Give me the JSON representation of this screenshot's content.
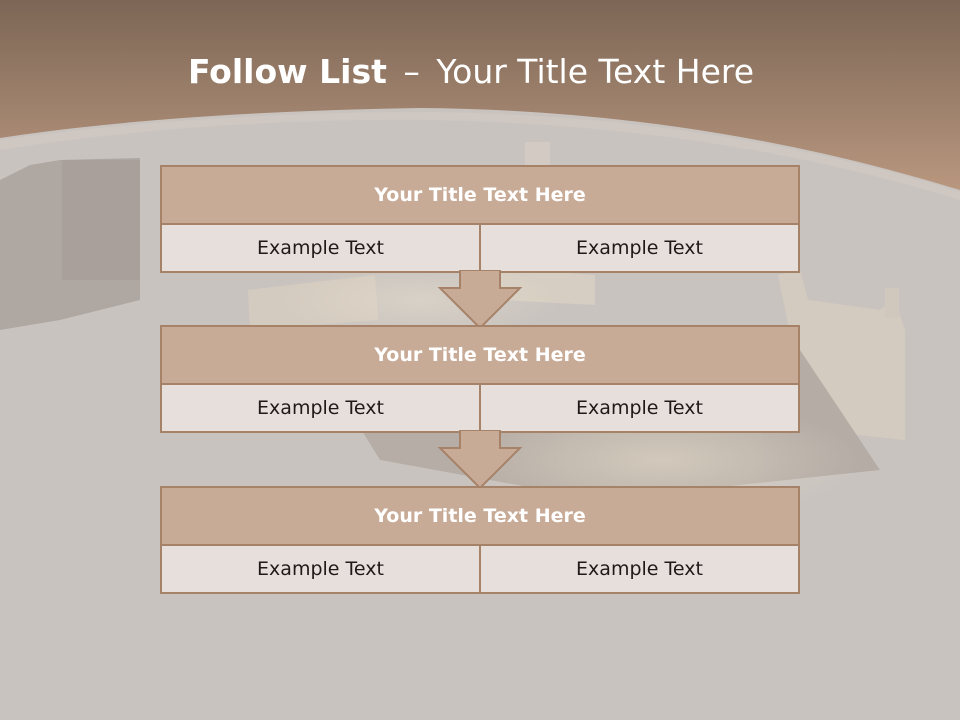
{
  "slide": {
    "title_bold": "Follow List",
    "title_separator": "–",
    "title_rest": "Your Title Text Here"
  },
  "steps": [
    {
      "title": "Your Title Text Here",
      "left_text": "Example Text",
      "right_text": "Example Text"
    },
    {
      "title": "Your Title Text Here",
      "left_text": "Example Text",
      "right_text": "Example Text"
    },
    {
      "title": "Your Title Text Here",
      "left_text": "Example Text",
      "right_text": "Example Text"
    }
  ],
  "colors": {
    "header_band": "#b08e79",
    "box_title_fill": "#c8ab97",
    "box_cell_fill": "#e7dfdc",
    "box_border": "#a68268",
    "arrow_fill": "#c8ab97"
  }
}
